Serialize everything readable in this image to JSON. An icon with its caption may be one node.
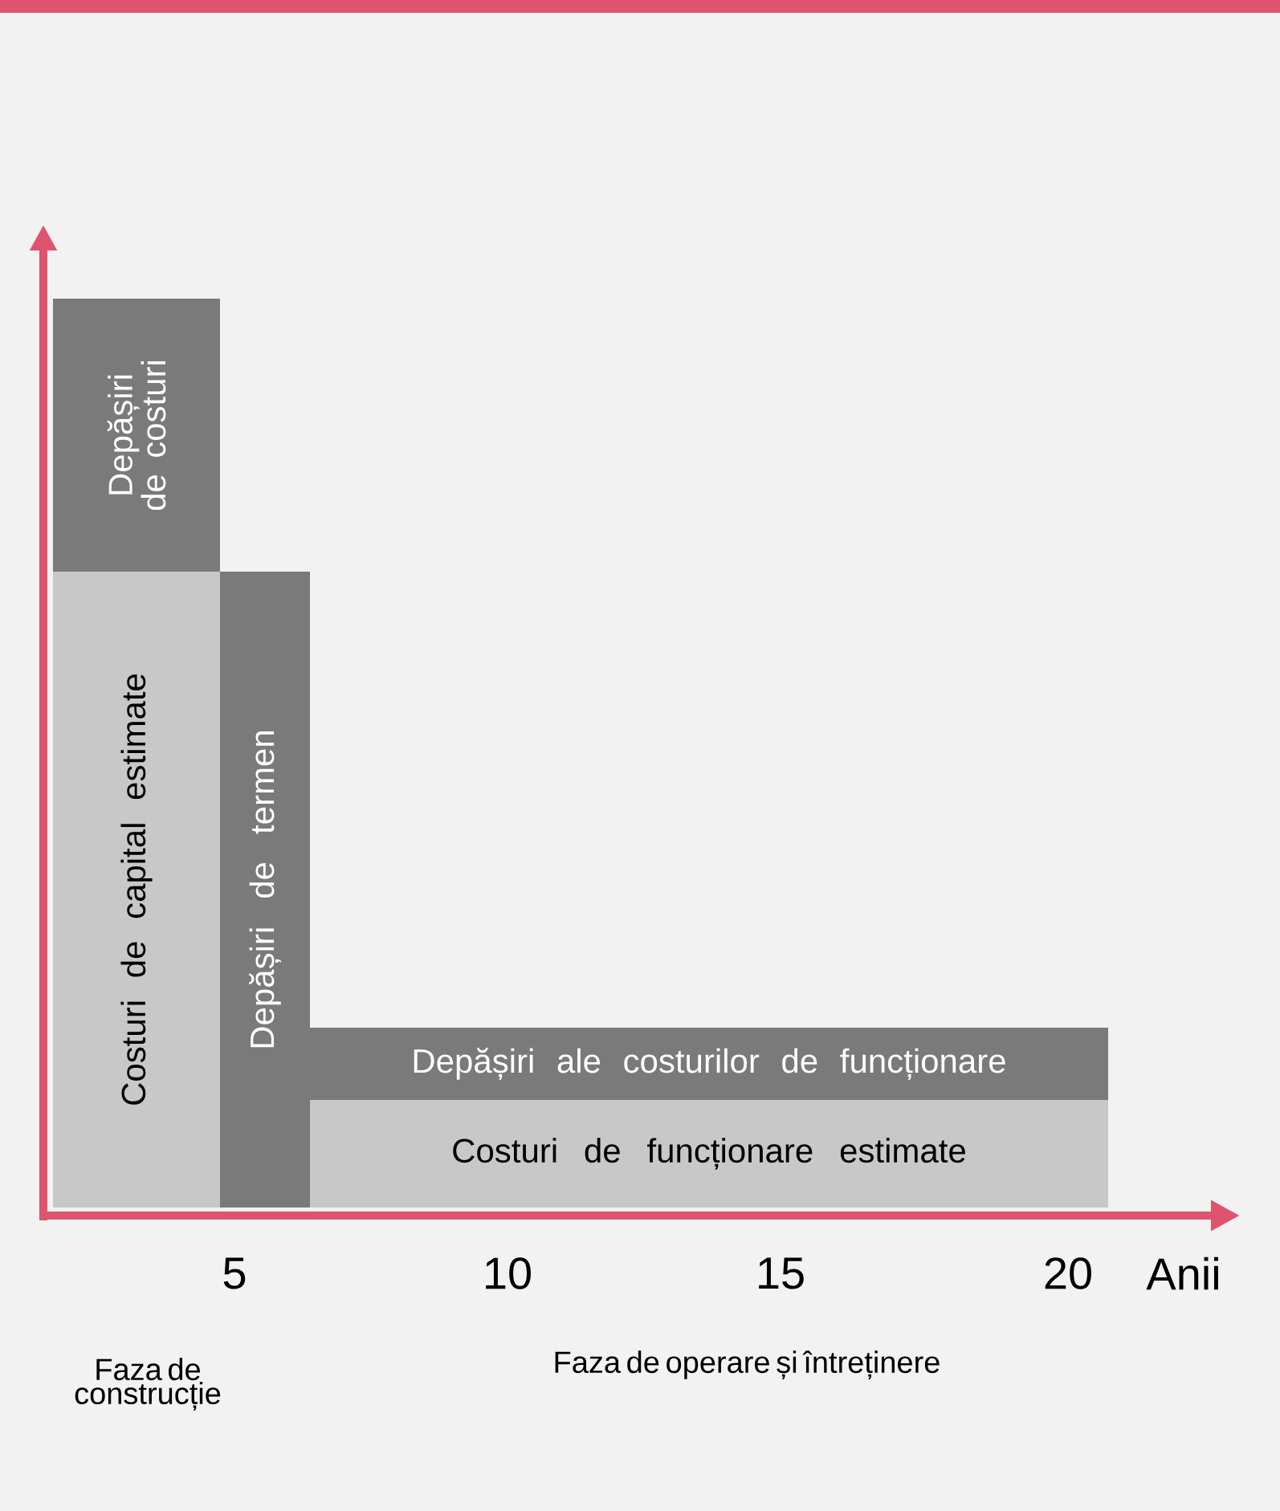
{
  "diagram": {
    "nodes": [
      {
        "text": [
          "Depășiri de costuri"
        ]
      },
      {
        "text": [
          "Costuri de capital estimate"
        ]
      },
      {
        "text": [
          "Depășiri de termen"
        ]
      },
      {
        "text": [
          "Depășiri ale costurilor de funcționare"
        ]
      },
      {
        "text": [
          "Costuri de funcționare estimate"
        ]
      }
    ],
    "labels": [
      "5",
      "10",
      "15",
      "20",
      "Anii",
      "Faza de construcție",
      "Faza de operare și întreținere"
    ]
  }
}
